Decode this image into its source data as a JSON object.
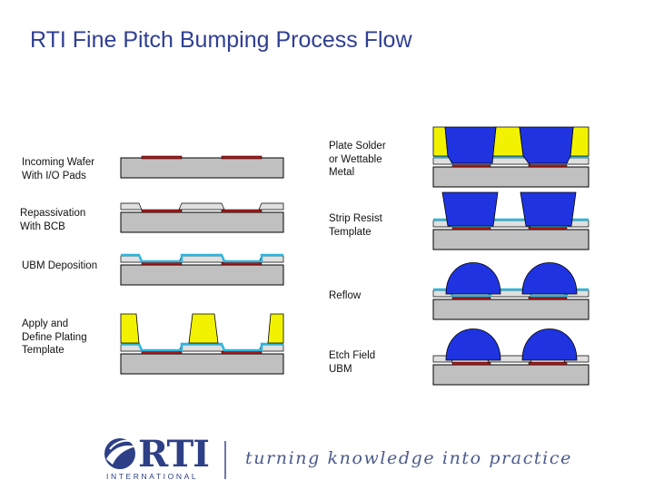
{
  "title": "RTI Fine Pitch Bumping Process Flow",
  "steps": {
    "incoming": "Incoming Wafer\nWith I/O Pads",
    "repassivation": "Repassivation\nWith BCB",
    "ubm": "UBM Deposition",
    "apply": "Apply and\nDefine Plating\nTemplate",
    "plate": "Plate Solder\nor Wettable\nMetal",
    "strip": "Strip Resist\nTemplate",
    "reflow": "Reflow",
    "etch": "Etch Field\nUBM"
  },
  "footer": {
    "logo_text": "RTI",
    "logo_subtext": "INTERNATIONAL",
    "tagline": "turning knowledge into practice"
  },
  "colors": {
    "title": "#2f3f93",
    "substrate": "#c0c0c0",
    "bcb": "#e0e0e0",
    "pad": "#b01818",
    "ubm": "#29b6e0",
    "resist": "#f2f200",
    "solder": "#1f34e0",
    "logo": "#2d3f86"
  }
}
